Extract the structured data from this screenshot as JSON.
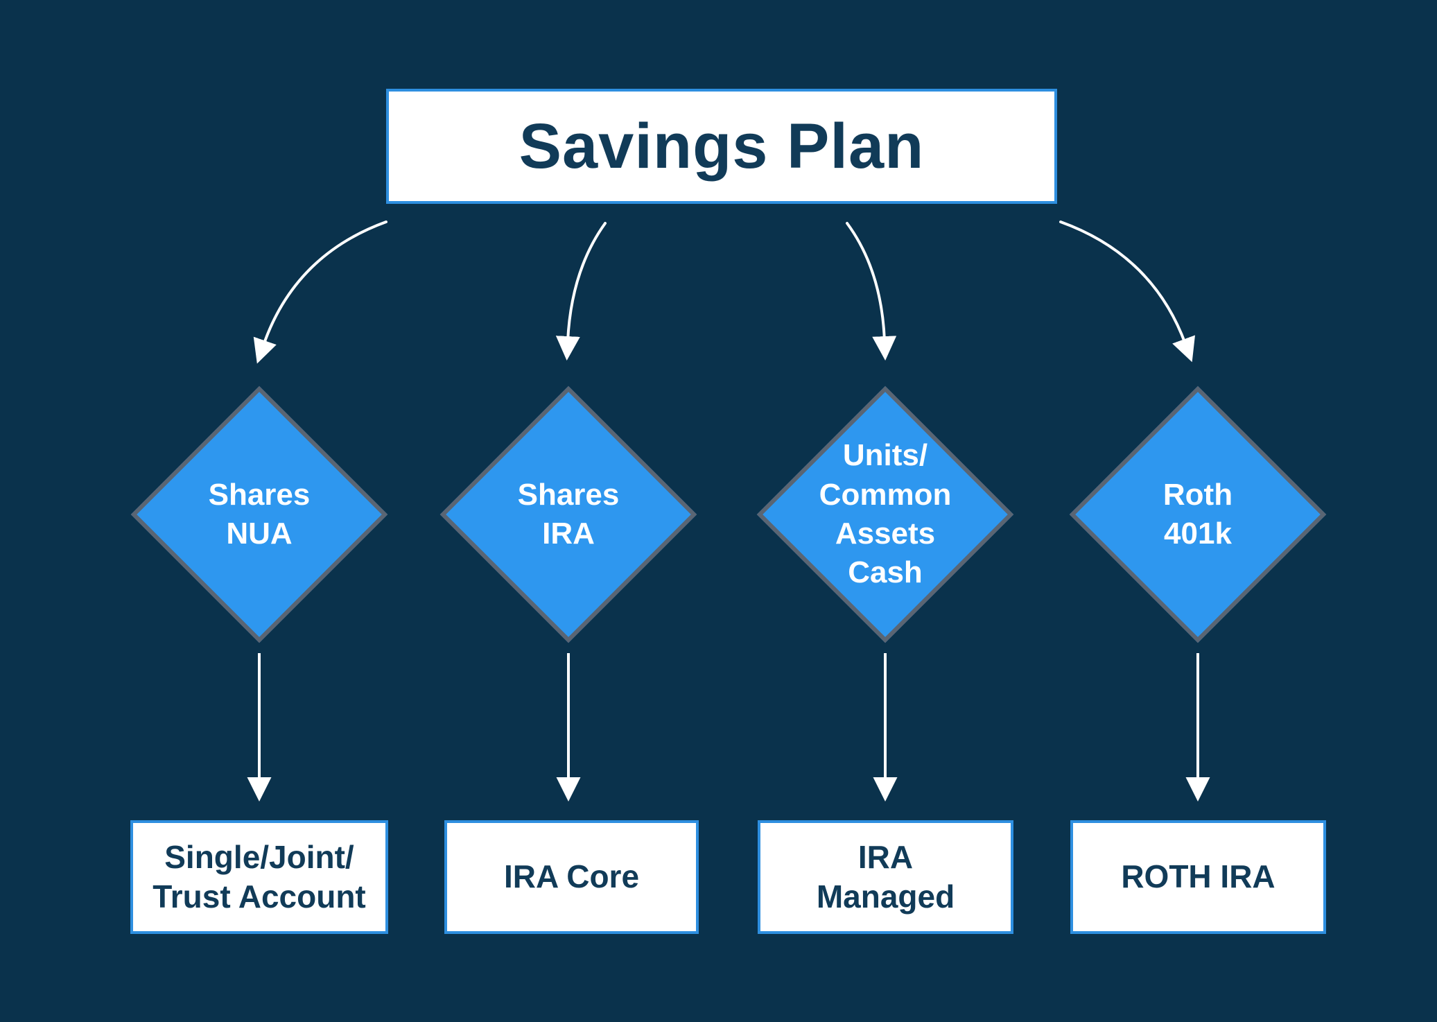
{
  "title": "Savings Plan",
  "theme": {
    "background": "#0a324c",
    "diamond_fill": "#2e97ef",
    "diamond_border": "#5a6573",
    "node_box_bg": "#ffffff",
    "node_box_border": "#2e8fe0",
    "text_dark": "#113b58",
    "arrow_color": "#ffffff"
  },
  "branches": [
    {
      "diamond_label": "Shares\nNUA",
      "result_label": "Single/Joint/\nTrust Account"
    },
    {
      "diamond_label": "Shares\nIRA",
      "result_label": "IRA Core"
    },
    {
      "diamond_label": "Units/\nCommon\nAssets\nCash",
      "result_label": "IRA\nManaged"
    },
    {
      "diamond_label": "Roth\n401k",
      "result_label": "ROTH IRA"
    }
  ]
}
